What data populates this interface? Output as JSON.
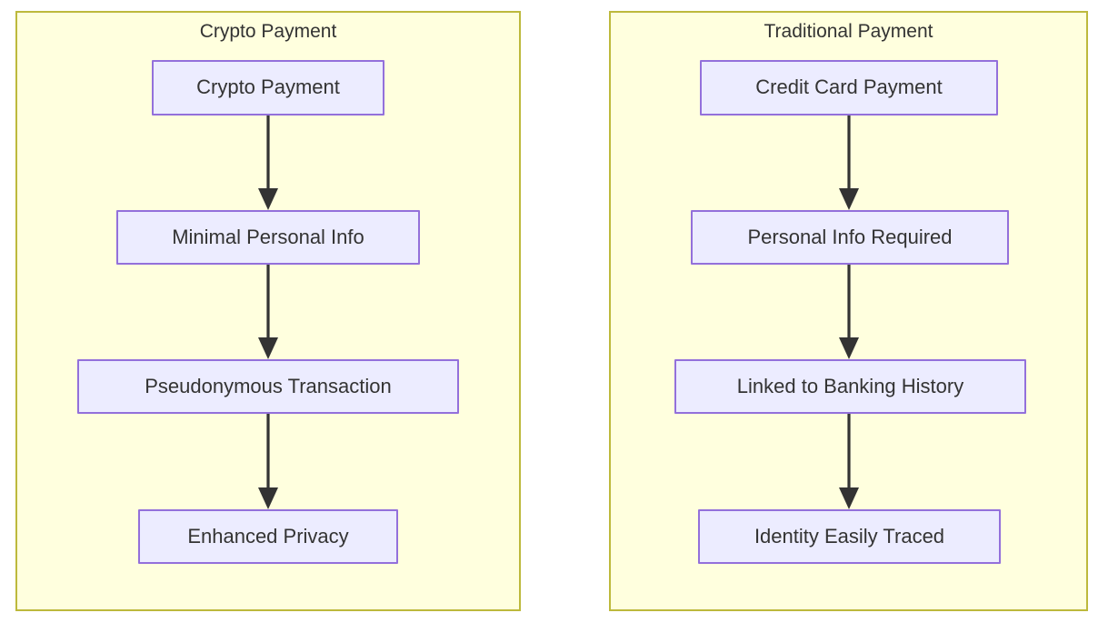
{
  "diagram": {
    "type": "flowchart",
    "orientation": "top-down",
    "background_color": "#ffffff",
    "subgraph_fill": "#ffffde",
    "subgraph_border": "#bdb93c",
    "node_fill": "#ececff",
    "node_border": "#9370db",
    "node_text_color": "#333333",
    "edge_color": "#333333"
  },
  "subgraphs": [
    {
      "id": "crypto",
      "title": "Crypto Payment",
      "nodes": [
        {
          "id": "crypto-payment",
          "label": "Crypto Payment"
        },
        {
          "id": "minimal-personal-info",
          "label": "Minimal Personal Info"
        },
        {
          "id": "pseudonymous-transaction",
          "label": "Pseudonymous Transaction"
        },
        {
          "id": "enhanced-privacy",
          "label": "Enhanced Privacy"
        }
      ],
      "edges": [
        {
          "from": "crypto-payment",
          "to": "minimal-personal-info",
          "label": ""
        },
        {
          "from": "minimal-personal-info",
          "to": "pseudonymous-transaction",
          "label": ""
        },
        {
          "from": "pseudonymous-transaction",
          "to": "enhanced-privacy",
          "label": ""
        }
      ]
    },
    {
      "id": "traditional",
      "title": "Traditional Payment",
      "nodes": [
        {
          "id": "credit-card-payment",
          "label": "Credit Card Payment"
        },
        {
          "id": "personal-info-required",
          "label": "Personal Info Required"
        },
        {
          "id": "linked-to-banking-history",
          "label": "Linked to Banking History"
        },
        {
          "id": "identity-easily-traced",
          "label": "Identity Easily Traced"
        }
      ],
      "edges": [
        {
          "from": "credit-card-payment",
          "to": "personal-info-required",
          "label": ""
        },
        {
          "from": "personal-info-required",
          "to": "linked-to-banking-history",
          "label": ""
        },
        {
          "from": "linked-to-banking-history",
          "to": "identity-easily-traced",
          "label": ""
        }
      ]
    }
  ]
}
